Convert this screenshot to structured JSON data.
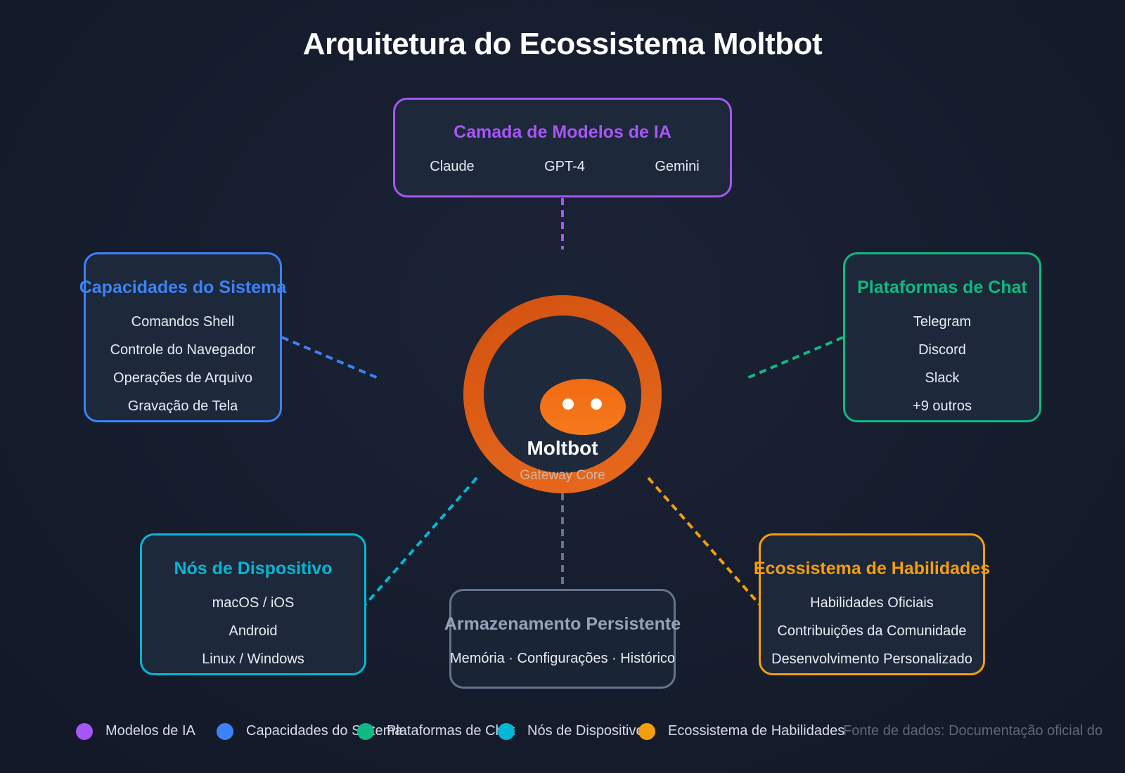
{
  "title": "Arquitetura do Ecossistema Moltbot",
  "colors": {
    "models": "#a855f7",
    "capabilities": "#3b82f6",
    "chat": "#10b981",
    "devices": "#06b6d4",
    "skills": "#f59e0b",
    "storage": "#64748b",
    "core": "#ea6a1d"
  },
  "core": {
    "name": "Moltbot",
    "subtitle": "Gateway Core",
    "icon": "robot-face-icon"
  },
  "models": {
    "title": "Camada de Modelos de IA",
    "items": [
      "Claude",
      "GPT-4",
      "Gemini"
    ]
  },
  "capabilities": {
    "title": "Capacidades do Sistema",
    "items": [
      "Comandos Shell",
      "Controle do Navegador",
      "Operações de Arquivo",
      "Gravação de Tela"
    ]
  },
  "chat": {
    "title": "Plataformas de Chat",
    "items": [
      "Telegram",
      "Discord",
      "Slack",
      "+9 outros"
    ]
  },
  "devices": {
    "title": "Nós de Dispositivo",
    "items": [
      "macOS / iOS",
      "Android",
      "Linux / Windows"
    ]
  },
  "storage": {
    "title": "Armazenamento Persistente",
    "subtitle": "Memória · Configurações · Histórico"
  },
  "skills": {
    "title": "Ecossistema de Habilidades",
    "items": [
      "Habilidades Oficiais",
      "Contribuições da Comunidade",
      "Desenvolvimento Personalizado"
    ]
  },
  "legend": [
    "Modelos de IA",
    "Capacidades do Sistema",
    "Plataformas de Chat",
    "Nós de Dispositivo",
    "Ecossistema de Habilidades"
  ],
  "footnote": "Fonte de dados: Documentação oficial do"
}
